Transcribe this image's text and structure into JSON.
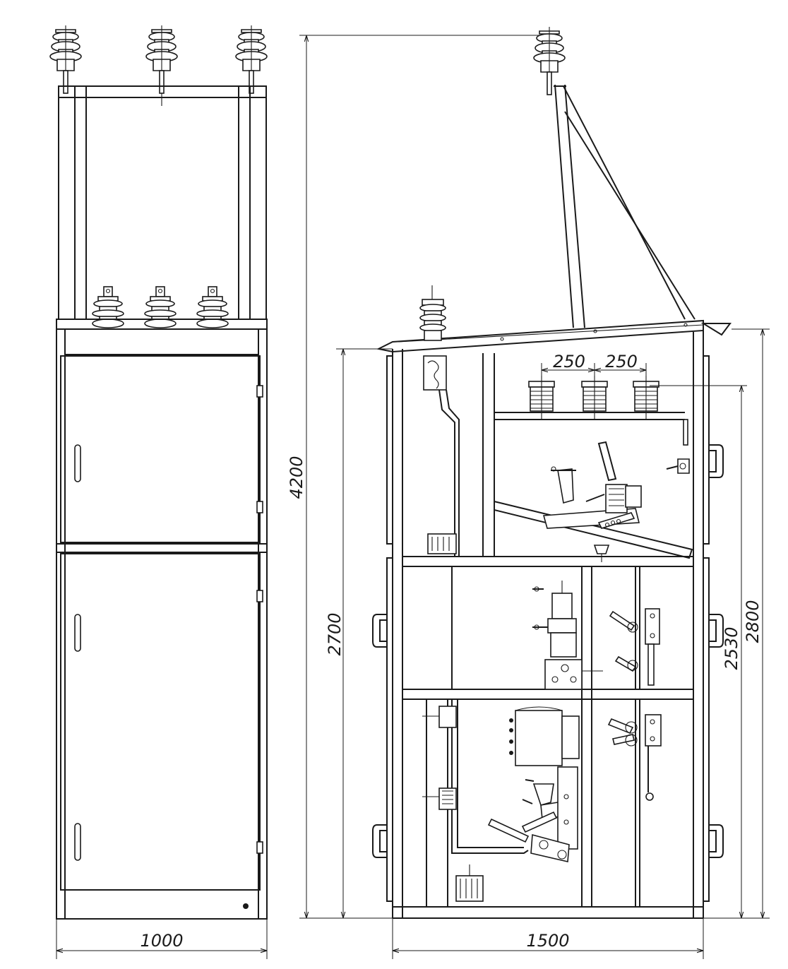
{
  "dimensions": {
    "front_width": "1000",
    "side_width": "1500",
    "total_height": "4200",
    "body_height": "2700",
    "height_2530": "2530",
    "height_2800": "2800",
    "bushing_spacing_1": "250",
    "bushing_spacing_2": "250"
  },
  "colors": {
    "line": "#1a1a1a",
    "background": "#ffffff"
  }
}
